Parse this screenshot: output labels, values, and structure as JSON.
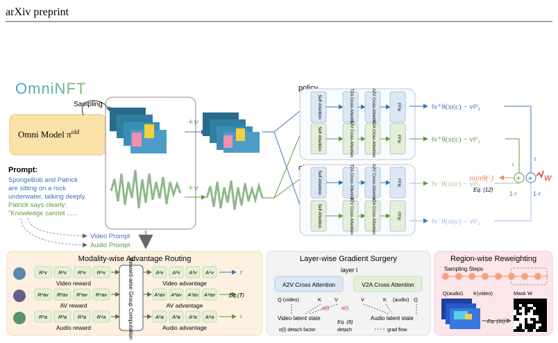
{
  "header": {
    "text": "arXiv preprint"
  },
  "logo": {
    "text": "OmniNFT"
  },
  "omni_model": {
    "label": "Omni Model π",
    "superscript": "old"
  },
  "sampling_label": "Sampling",
  "prompt": {
    "title": "Prompt:",
    "video_lines": [
      "SpongeBob and Patrick",
      "are sitting on a rock",
      "underwater, talking deeply."
    ],
    "audio_lines": [
      "Patrick says clearly:",
      "\"Knowledge cannot ......"
    ]
  },
  "prompt_outputs": {
    "video": "Video Prompt",
    "audio": "Audio Prompt"
  },
  "plus_v": "+v",
  "branches": {
    "policy": "policy",
    "old": "old",
    "blocks": [
      "Self Attention",
      "T2A Cross Attention",
      "A2V Cross Attention",
      "FFN",
      "Self Attention",
      "T2V Cross Attention",
      "V2A Cross Attention",
      "FFN"
    ],
    "loss": {
      "policy_top": "‖v⁺θ(xt|c) − v‖²₂",
      "policy_bottom": "‖v⁺θ(xt|c) − v‖²₂",
      "old_top": "‖v⁻θ(xt|c) − v‖²₂",
      "old_bottom": "‖v⁻θ(xt|c) − v‖²₂"
    }
  },
  "objective": {
    "min": "minθ(·)",
    "eq": "Eq. (12)",
    "r": "r",
    "one_minus_r": "1-r",
    "w": "W"
  },
  "panel1": {
    "title": "Modality-wise Advantage Routing",
    "center": "Reward-wise Group Computation",
    "rows": [
      {
        "rewards": [
          "R¹v",
          "R²v",
          "R³v",
          "R⁴v"
        ],
        "label": "Video reward",
        "adv": [
          "A¹v",
          "A²v",
          "A³v",
          "A⁴v"
        ],
        "adv_label": "Video advantage"
      },
      {
        "rewards": [
          "R¹av",
          "R²av",
          "R³av",
          "R⁴av"
        ],
        "label": "AV reward",
        "adv": [
          "A¹av",
          "A²av",
          "A³av",
          "A⁴av"
        ],
        "adv_label": "AV advantage"
      },
      {
        "rewards": [
          "R¹a",
          "R²a",
          "R³a",
          "R⁴a"
        ],
        "label": "Audio reward",
        "adv": [
          "A¹a",
          "A²a",
          "A³a",
          "A⁴a"
        ],
        "adv_label": "Audio advantage"
      }
    ],
    "eq": "Eq.(7)",
    "r": "r"
  },
  "panel2": {
    "title": "Layer-wise Gradient Surgery",
    "layer": "layer l",
    "a2v": "A2V Cross Attention",
    "v2a": "V2A Cross Attention",
    "q_video": "Q (video)",
    "k": "K",
    "v": "V",
    "audio": "(audio)",
    "q": "Q",
    "alpha": "α(l)",
    "video_latent": "Video latent state",
    "audio_latent": "Audio latent state",
    "eq": "Eq. (8)",
    "legend": [
      "α(l) detach factor",
      "detach",
      "grad flow"
    ]
  },
  "panel3": {
    "title": "Region-wise Reweighting",
    "sampling": "Sampling Steps",
    "q_audio": "Q(audio)",
    "k_video": "K(video)",
    "mask": "Mask W",
    "eq": "Eq. (11)"
  },
  "colors": {
    "blue": "#3a73b8",
    "green": "#5e9a3b",
    "orange": "#f08a5a",
    "red": "#d62728"
  }
}
